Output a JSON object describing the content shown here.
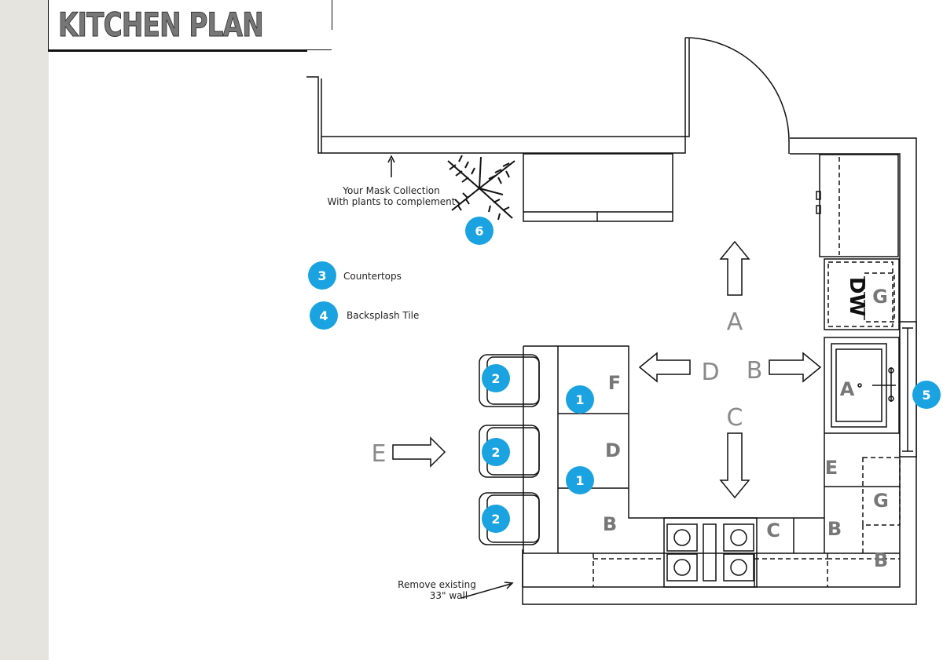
{
  "title": "KITCHEN PLAN",
  "annotations": {
    "mask_line1": "Your Mask Collection",
    "mask_line2": "With plants to complement",
    "remove_line1": "Remove existing",
    "remove_line2": "33\" wall"
  },
  "legend": [
    {
      "number": "3",
      "label": "Countertops"
    },
    {
      "number": "4",
      "label": "Backsplash Tile"
    }
  ],
  "badges": {
    "b1a": "1",
    "b1b": "1",
    "b2a": "2",
    "b2b": "2",
    "b2c": "2",
    "b5": "5",
    "b6": "6"
  },
  "arrow_letters": {
    "A": "A",
    "B": "B",
    "C": "C",
    "D": "D",
    "E": "E"
  },
  "cabinet_letters": {
    "island_f": "F",
    "island_d": "D",
    "island_b": "B",
    "dw": "DW",
    "g_top": "G",
    "sink_a": "A",
    "right_e": "E",
    "right_g": "G",
    "right_b1": "B",
    "right_b2": "B",
    "range_c": "C"
  },
  "colors": {
    "badge": "#1aa3e0",
    "line": "#111111",
    "letter_gray": "#888888"
  }
}
